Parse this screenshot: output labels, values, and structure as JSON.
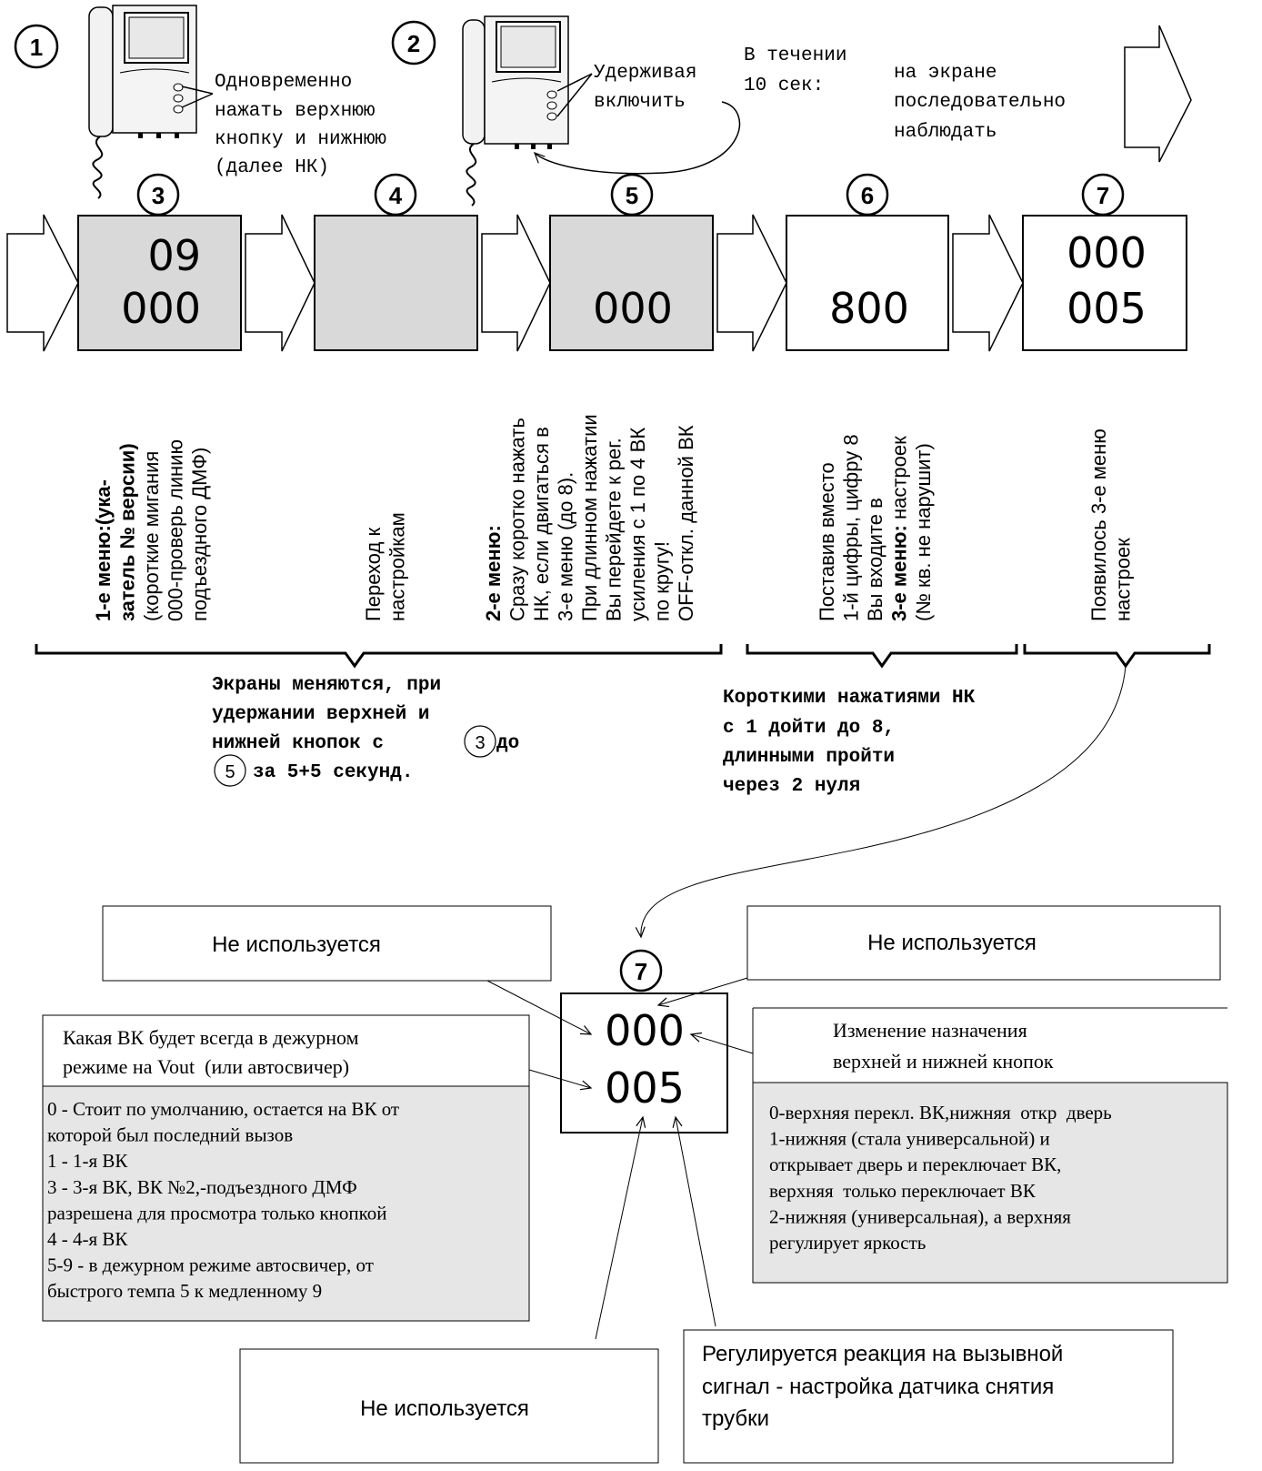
{
  "steps": {
    "s1": "1",
    "s2": "2",
    "s3": "3",
    "s4": "4",
    "s5": "5",
    "s6": "6",
    "s7": "7",
    "s7b": "7"
  },
  "step1_text": [
    "Одновременно",
    "нажать верхнюю",
    "кнопку и нижнюю",
    "(далее НК)"
  ],
  "step2_text": [
    "Удерживая",
    "включить"
  ],
  "timing_text": [
    "В течении",
    "10 сек:"
  ],
  "observe_text": [
    "на экране",
    "последовательно",
    "наблюдать"
  ],
  "screens": {
    "s3": [
      "09",
      "000"
    ],
    "s5": "000",
    "s6": "800",
    "s7": [
      "000",
      "005"
    ],
    "detail": [
      "000",
      "005"
    ]
  },
  "captions": {
    "c3": [
      {
        "t": "1-е меню:(ука-",
        "b": true
      },
      {
        "t": "затель № версии)",
        "b": true
      },
      {
        "t": "(короткие мигания",
        "b": false
      },
      {
        "t": "000-проверь линию",
        "b": false
      },
      {
        "t": "подъездного ДМФ)",
        "b": false
      }
    ],
    "c4": [
      {
        "t": "Переход к",
        "b": false
      },
      {
        "t": "настройкам",
        "b": false
      }
    ],
    "c5": [
      {
        "t": "2-е меню:",
        "b": true
      },
      {
        "t": "Сразу коротко нажать",
        "b": false
      },
      {
        "t": "НК, если двигаться в",
        "b": false
      },
      {
        "t": "3-е меню (до 8).",
        "b": false
      },
      {
        "t": "При длинном нажатии",
        "b": false
      },
      {
        "t": "Вы перейдете к рег.",
        "b": false
      },
      {
        "t": "усиления с 1 по 4 ВК",
        "b": false
      },
      {
        "t": "по кругу!",
        "b": false
      },
      {
        "t": "OFF-откл. данной ВК",
        "b": false
      }
    ],
    "c6": [
      {
        "t": "Поставив вместо",
        "b": false
      },
      {
        "t": "1-й цифры, цифру 8",
        "b": false
      },
      {
        "t": "Вы входите в",
        "b": false
      },
      {
        "t": [
          {
            "s": "3-е меню:",
            "b": true
          },
          {
            "s": " настроек",
            "b": false
          }
        ]
      },
      {
        "t": "(№ кв. не нарушит)",
        "b": false
      }
    ],
    "c7": [
      {
        "t": "Появилось 3-е меню",
        "b": false
      },
      {
        "t": "настроек",
        "b": false
      }
    ]
  },
  "brace_notes": {
    "left": [
      "Экраны меняются, при",
      "удержании верхней и",
      "нижней кнопок с",
      "до",
      "за 5+5 секунд."
    ],
    "left_refs": [
      "3",
      "5"
    ],
    "mid": [
      "Короткими нажатиями НК",
      "с 1 дойти до 8,",
      "длинными пройти",
      "через 2 нуля"
    ]
  },
  "callouts": {
    "top_left": "Не используется",
    "top_right": "Не используется",
    "bottom_left": "Не используется",
    "bottom_right": [
      "Регулируется реакция на вызывной",
      "сигнал - настройка датчика снятия",
      "трубки"
    ],
    "left_title": [
      "Какая ВК будет всегда в дежурном",
      "режиме на Vout  (или автосвичер)"
    ],
    "left_body": [
      "0 - Стоит по умолчанию, остается на ВК от",
      "которой был последний вызов",
      "1 - 1-я ВК",
      "3 - 3-я ВК, ВК №2,-подъездного ДМФ",
      "разрешена для просмотра только кнопкой",
      "4 - 4-я ВК",
      "5-9 - в дежурном режиме автосвичер, от",
      "быстрого темпа 5 к медленному 9"
    ],
    "right_title": [
      "Изменение назначения",
      "верхней и нижней кнопок"
    ],
    "right_body": [
      "0-верхняя перекл. ВК,нижняя  откр  дверь",
      "1-нижняя (стала универсальной) и",
      "открывает дверь и переключает ВК,",
      "верхняя  только переключает ВК",
      "2-нижняя (универсальная), а верхняя",
      "регулирует яркость"
    ]
  },
  "colors": {
    "screen_gray": "#d9d9d9",
    "note_gray": "#e6e6e6",
    "ink": "#000000"
  }
}
